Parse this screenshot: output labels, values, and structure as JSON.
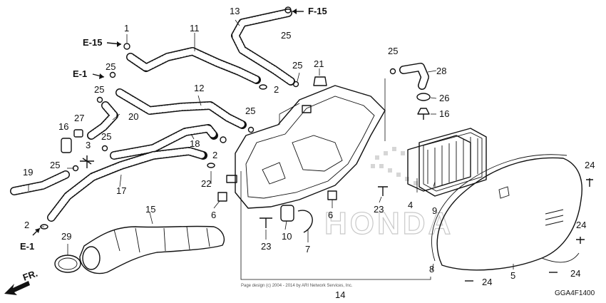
{
  "diagram": {
    "code": "GGA4F1400",
    "copyright": "Page design (c) 2004 - 2014 by ARI Network Services, Inc.",
    "watermark": "HONDA",
    "front_label": "FR.",
    "refs": {
      "e15": "E-15",
      "f15": "F-15",
      "e1_top": "E-1",
      "e1_bottom": "E-1"
    },
    "callouts": {
      "c1": "1",
      "c2a": "2",
      "c2b": "2",
      "c2c": "2",
      "c3": "3",
      "c4": "4",
      "c5": "5",
      "c6a": "6",
      "c6b": "6",
      "c7": "7",
      "c8": "8",
      "c9": "9",
      "c10": "10",
      "c11": "11",
      "c12": "12",
      "c13": "13",
      "c14": "14",
      "c15": "15",
      "c16a": "16",
      "c16b": "16",
      "c17": "17",
      "c18": "18",
      "c19": "19",
      "c20": "20",
      "c21": "21",
      "c22": "22",
      "c23a": "23",
      "c23b": "23",
      "c24a": "24",
      "c24b": "24",
      "c24c": "24",
      "c24d": "24",
      "c25a": "25",
      "c25b": "25",
      "c25c": "25",
      "c25d": "25",
      "c25e": "25",
      "c25f": "25",
      "c25g": "25",
      "c25h": "25",
      "c26": "26",
      "c27": "27",
      "c28": "28",
      "c29": "29"
    }
  }
}
